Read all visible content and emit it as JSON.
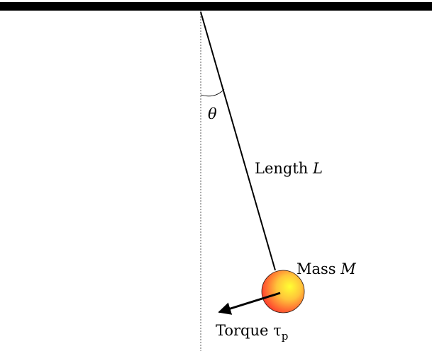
{
  "labels": {
    "angle": "θ",
    "length_prefix": "Length ",
    "length_symbol": "L",
    "mass_prefix": "Mass ",
    "mass_symbol": "M",
    "torque_prefix": "Torque ",
    "torque_symbol": "τ",
    "torque_subscript": "p"
  },
  "colors": {
    "ceiling": "#000000",
    "rod": "#000000",
    "vertical_reference": "#8a8a8a",
    "bob_center": "#ffff33",
    "bob_edge": "#ff3b2e",
    "arrow": "#000000"
  }
}
